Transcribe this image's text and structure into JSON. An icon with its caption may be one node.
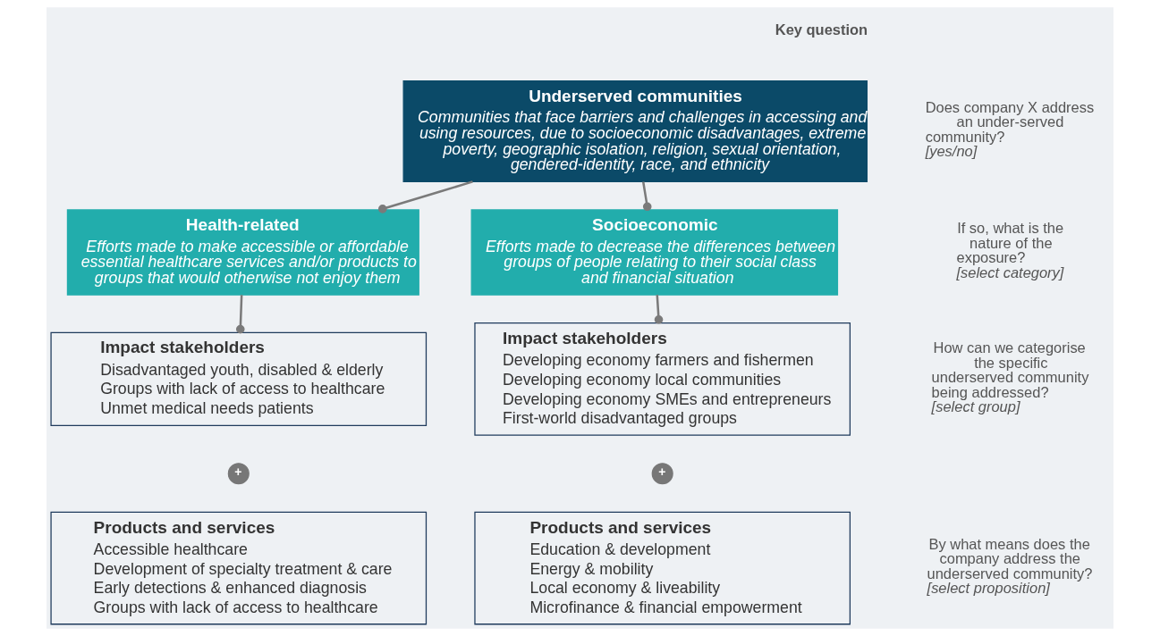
{
  "diagram": {
    "nodes": [
      {
        "text": [
          "Underserved communities",
          "Communities that face barriers and challenges in accessing and using resources, due to socioeconomic disadvantages, extreme poverty, geographic isolation, religion, sexual orientation, gendered-identity, race, and ethnicity"
        ]
      },
      {
        "text": [
          "Health-related",
          "Efforts made to make accessible or affordable essential healthcare services and/or products to groups that would otherwise not enjoy them"
        ]
      },
      {
        "text": [
          "Socioeconomic",
          "Efforts made to decrease the differences between groups of people relating to their social class and financial situation"
        ]
      },
      {
        "text": [
          "Impact stakeholders",
          "Disadvantaged youth, disabled & elderly",
          "Groups with lack of access to healthcare",
          "Unmet medical needs patients"
        ]
      },
      {
        "text": [
          "Impact stakeholders",
          "Developing economy farmers and fishermen",
          "Developing economy local communities",
          "Developing economy SMEs and entrepreneurs",
          "First-world disadvantaged groups"
        ]
      },
      {
        "text": [
          "+"
        ]
      },
      {
        "text": [
          "+"
        ]
      },
      {
        "text": [
          "Products and services",
          "Accessible healthcare",
          "Development of specialty treatment & care",
          "Early detections & enhanced diagnosis",
          "Groups with lack of access to healthcare"
        ]
      },
      {
        "text": [
          "Products and services",
          "Education & development",
          "Energy & mobility",
          "Local economy & liveability",
          "Microfinance & financial empowerment"
        ]
      }
    ],
    "edges": [
      {
        "from": 0,
        "to": 1,
        "arrow": "other"
      },
      {
        "from": 0,
        "to": 2,
        "arrow": "other"
      },
      {
        "from": 1,
        "to": 3,
        "arrow": "other"
      },
      {
        "from": 2,
        "to": 4,
        "arrow": "other"
      }
    ],
    "labels": [
      "Key question",
      "Does company X address an under-served community?",
      "[yes/no]",
      "If so, what is the nature of the exposure?",
      "[select category]",
      "How can we categorise the specific underserved community being addressed?",
      "[select group]",
      "By what means does the company address the underserved community?",
      "[select proposition]"
    ]
  }
}
